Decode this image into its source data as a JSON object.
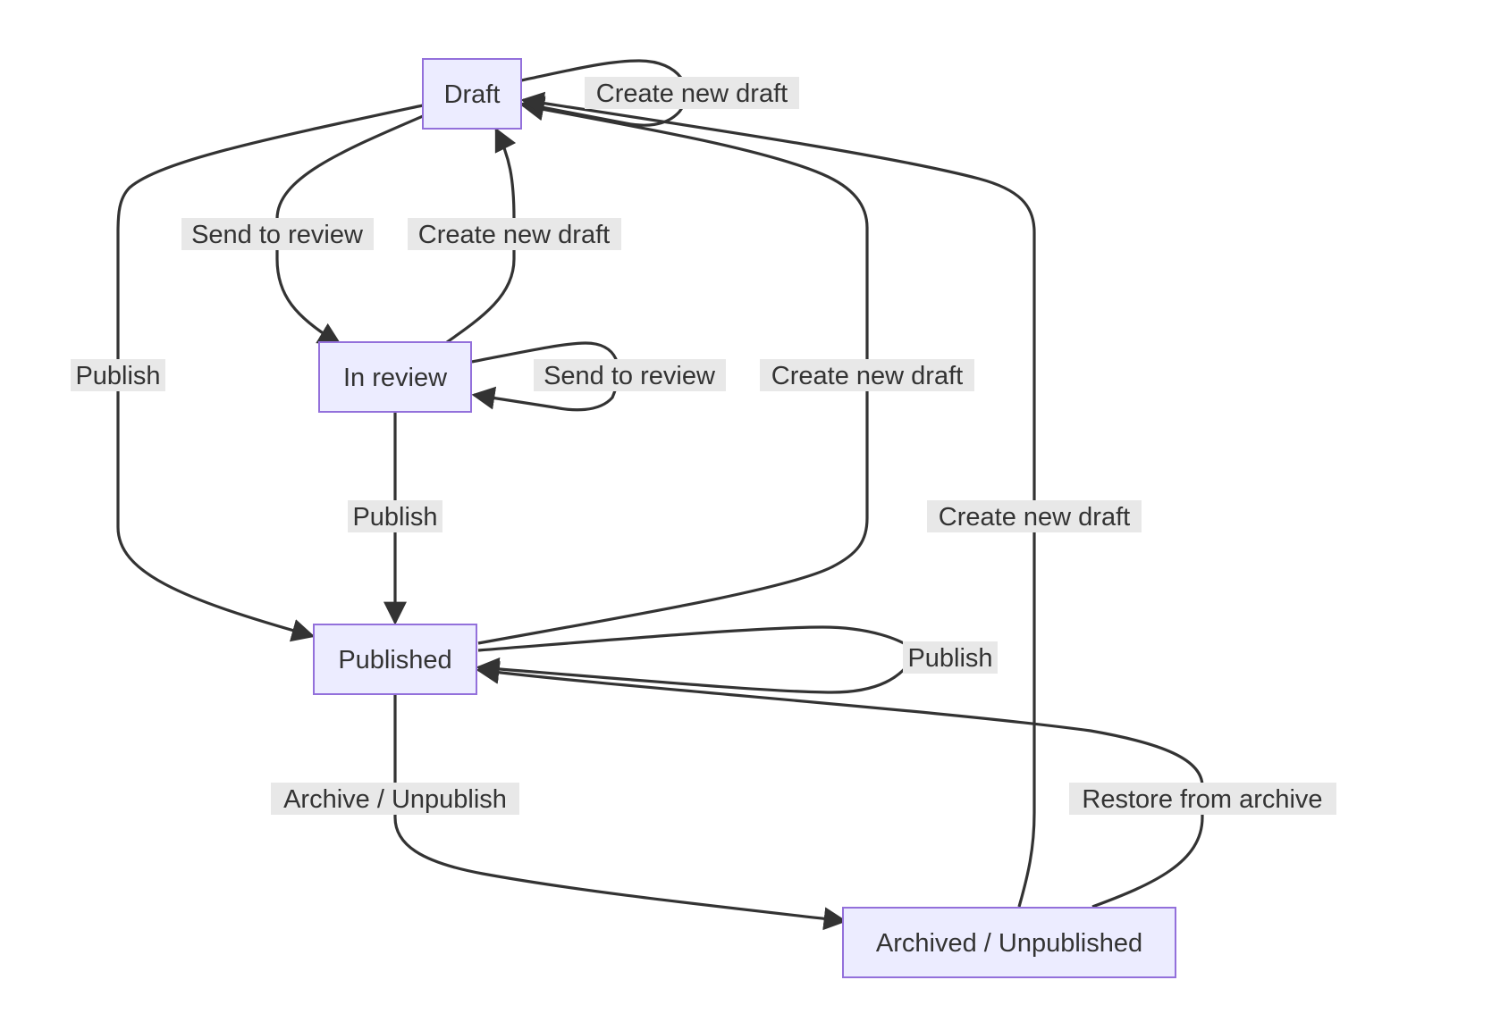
{
  "diagram": {
    "type": "state-diagram",
    "colors": {
      "node_fill": "#ECECFF",
      "node_stroke": "#9370DB",
      "edge": "#333333",
      "label_bg": "#e8e8e8",
      "text": "#333333"
    },
    "nodes": {
      "draft": "Draft",
      "in_review": "In review",
      "published": "Published",
      "archived": "Archived / Unpublished"
    },
    "edges": [
      {
        "from": "Draft",
        "to": "Draft",
        "label": "Create new draft"
      },
      {
        "from": "Draft",
        "to": "In review",
        "label": "Send to review"
      },
      {
        "from": "In review",
        "to": "Draft",
        "label": "Create new draft"
      },
      {
        "from": "Draft",
        "to": "Published",
        "label": "Publish"
      },
      {
        "from": "In review",
        "to": "In review",
        "label": "Send to review"
      },
      {
        "from": "Published",
        "to": "Draft",
        "label": "Create new draft"
      },
      {
        "from": "In review",
        "to": "Published",
        "label": "Publish"
      },
      {
        "from": "Archived / Unpublished",
        "to": "Draft",
        "label": "Create new draft"
      },
      {
        "from": "Published",
        "to": "Published",
        "label": "Publish"
      },
      {
        "from": "Published",
        "to": "Archived / Unpublished",
        "label": "Archive / Unpublish"
      },
      {
        "from": "Archived / Unpublished",
        "to": "Published",
        "label": "Restore from archive"
      }
    ]
  }
}
